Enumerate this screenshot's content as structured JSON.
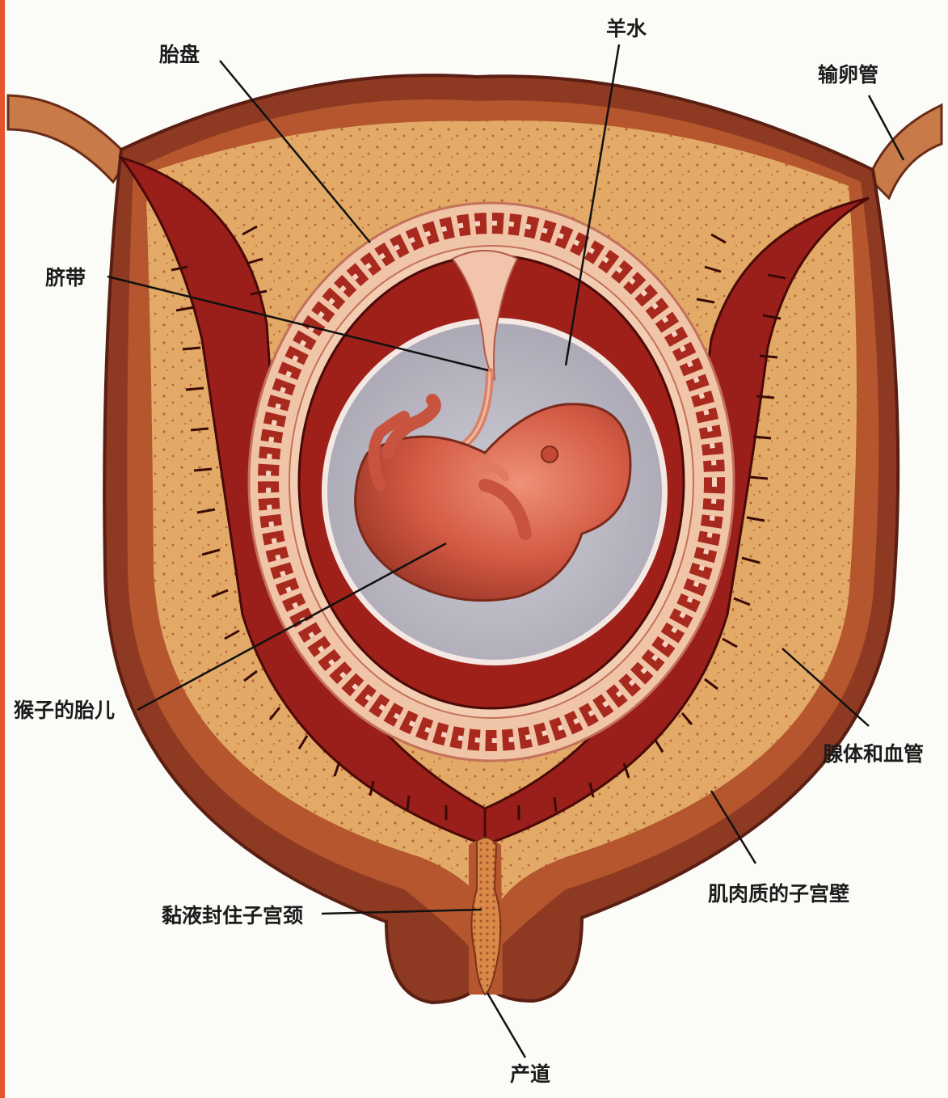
{
  "labels": {
    "placenta": "胎盘",
    "amniotic_fluid": "羊水",
    "fallopian_tube": "输卵管",
    "umbilical_cord": "脐带",
    "monkey_fetus": "猴子的胎儿",
    "glands_vessels": "腺体和血管",
    "muscular_wall": "肌肉质的子宫壁",
    "mucus_plug": "黏液封住子宫颈",
    "birth_canal": "产道"
  },
  "colors": {
    "muscle_outer": "#8e3a22",
    "muscle_mid": "#b5562e",
    "gland_tissue": "#dfa560",
    "red_layer": "#9a1e1a",
    "placenta_band": "#f0c4a6",
    "amniotic_fluid": "#b9b6c2",
    "fetus": "#d45a44",
    "edge_accent": "#e5542a"
  }
}
